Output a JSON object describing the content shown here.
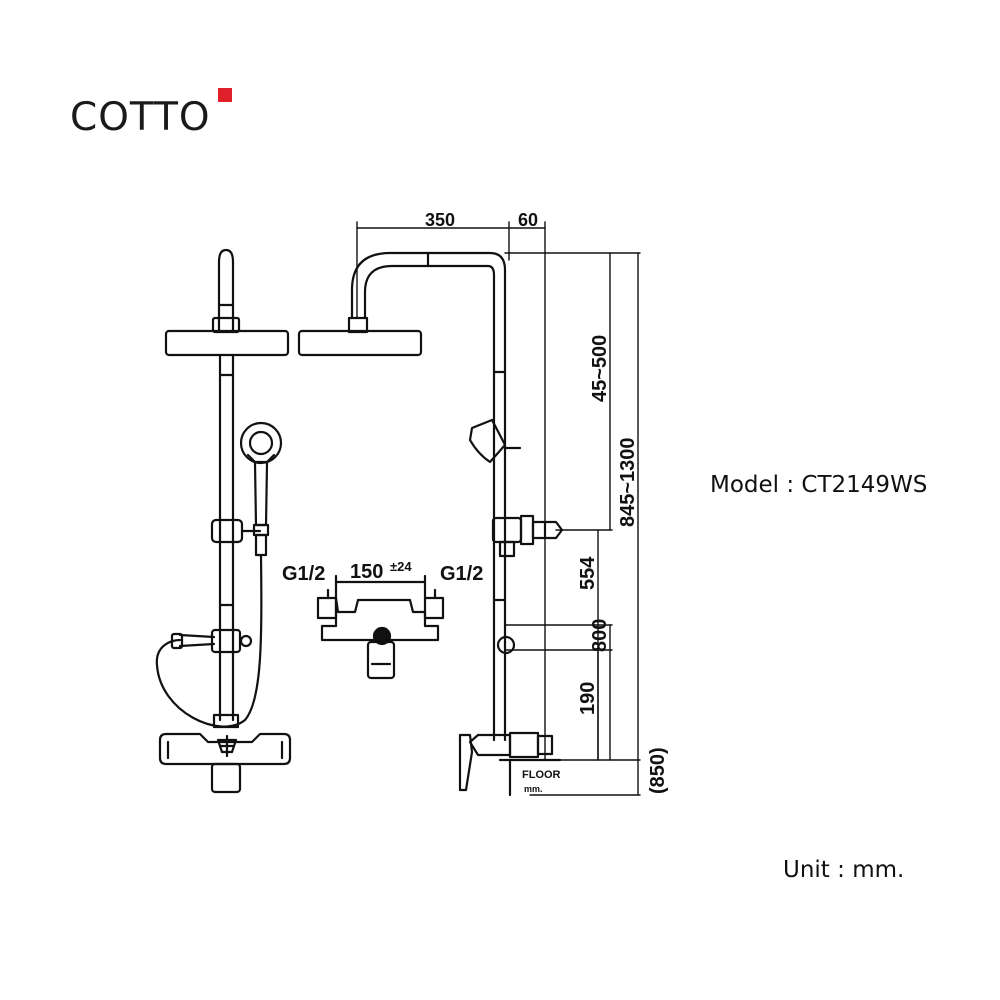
{
  "brand": {
    "name": "COTTO",
    "accent_color": "#e0202a"
  },
  "model_label": "Model : CT2149WS",
  "unit_label": "Unit : mm.",
  "dimensions": {
    "top_width": "350",
    "top_offset": "60",
    "height_range_top": "45~500",
    "height_range_total": "845~1300",
    "center_distance": "150",
    "center_tolerance": "±24",
    "inlet_left": "G1/2",
    "inlet_right": "G1/2",
    "d554": "554",
    "d800": "800",
    "d190": "190",
    "d850": "(850)",
    "floor": "FLOOR",
    "floor_unit": "mm."
  }
}
